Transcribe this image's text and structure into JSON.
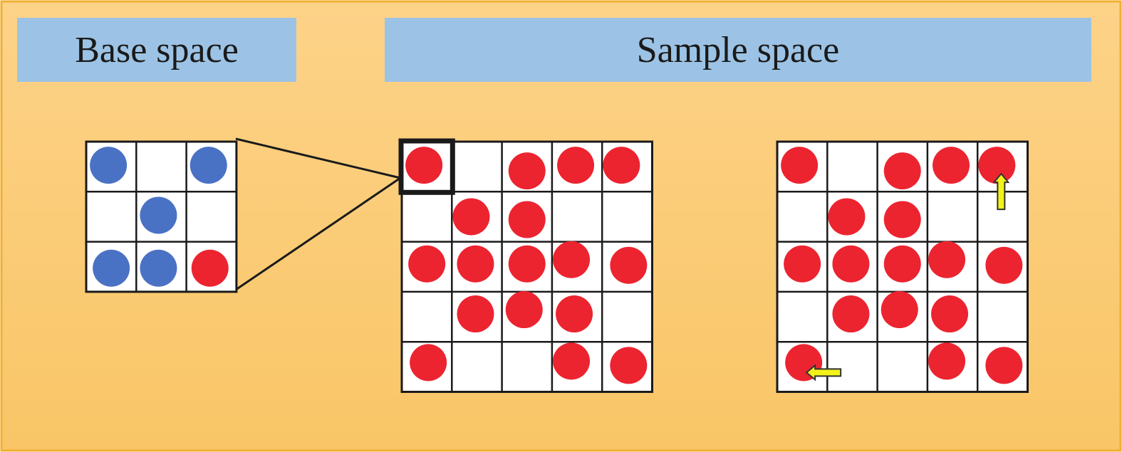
{
  "titles": {
    "base": "Base space",
    "sample": "Sample space"
  },
  "colors": {
    "background_top": "#fdd389",
    "background_bottom": "#f9c566",
    "frame_border": "#f0b030",
    "title_box": "#9cc3e5",
    "blue_dot": "#4a72c4",
    "red_dot": "#ec2430",
    "arrow_fill": "#f2f21a",
    "grid_line": "#1a1a1a",
    "cell_fill": "#ffffff"
  },
  "grids": {
    "base": {
      "rows": 3,
      "cols": 3,
      "cells": [
        [
          "blue",
          "",
          "blue"
        ],
        [
          "",
          "blue",
          ""
        ],
        [
          "blue",
          "blue",
          "red"
        ]
      ]
    },
    "sample_left": {
      "rows": 5,
      "cols": 5,
      "cells": [
        [
          "red",
          "",
          "red",
          "red",
          "red"
        ],
        [
          "",
          "red",
          "red",
          "",
          ""
        ],
        [
          "red",
          "red",
          "red",
          "red",
          "red"
        ],
        [
          "",
          "red",
          "red",
          "red",
          ""
        ],
        [
          "red",
          "",
          "",
          "red",
          "red"
        ]
      ],
      "highlighted_cell": [
        0,
        0
      ]
    },
    "sample_right": {
      "rows": 5,
      "cols": 5,
      "cells": [
        [
          "red",
          "",
          "red",
          "red",
          "red"
        ],
        [
          "",
          "red",
          "red",
          "",
          ""
        ],
        [
          "red",
          "red",
          "red",
          "red",
          "red"
        ],
        [
          "",
          "red",
          "red",
          "red",
          ""
        ],
        [
          "red",
          "",
          "",
          "red",
          "red"
        ]
      ]
    }
  },
  "arrows": [
    {
      "direction": "up",
      "grid": "sample_right",
      "cell": [
        0,
        4
      ]
    },
    {
      "direction": "left",
      "grid": "sample_right",
      "cell": [
        4,
        0
      ]
    }
  ]
}
